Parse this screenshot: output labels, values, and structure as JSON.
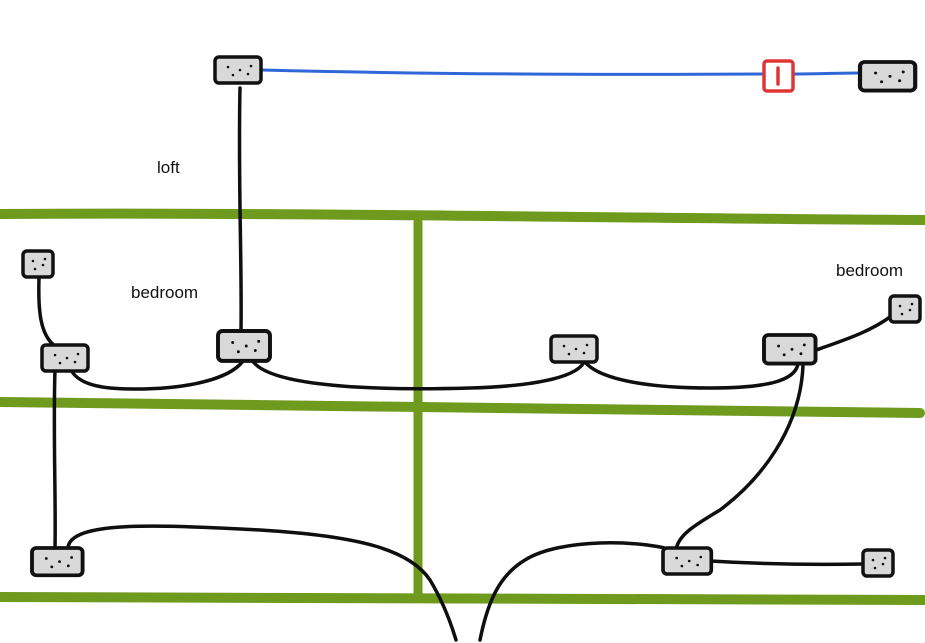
{
  "labels": {
    "loft": "loft",
    "bedroom_left": "bedroom",
    "bedroom_right": "bedroom"
  },
  "colors": {
    "floor_line": "#6e9a1e",
    "cable": "#0f0f0f",
    "blue_cable": "#2f67d8",
    "device_fill": "#d9d9d9",
    "device_outline": "#111111",
    "marker": "#e03535"
  },
  "icons": {
    "device": "network-box-icon",
    "marker": "red-square-marker-icon"
  }
}
